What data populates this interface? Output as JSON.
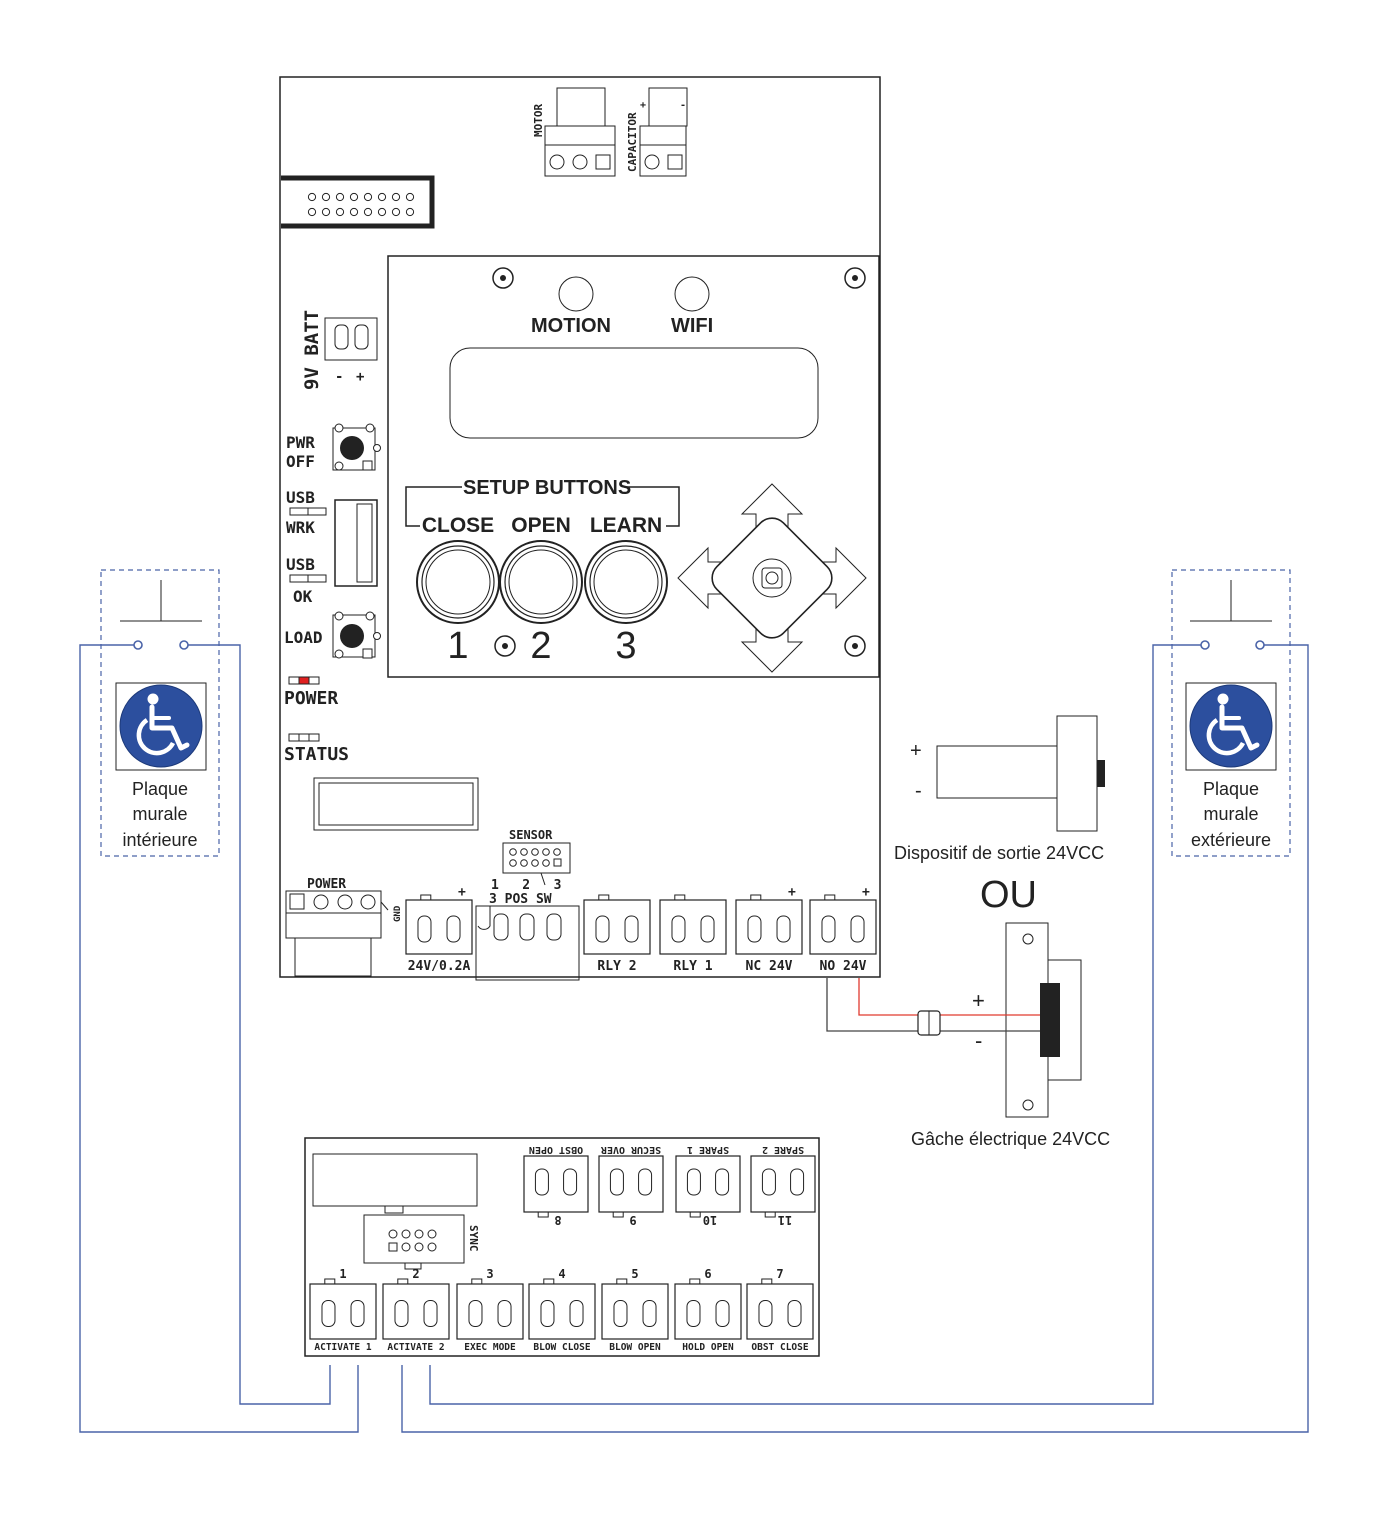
{
  "main_board": {
    "motor_label": "MOTOR",
    "capacitor_label": "CAPACITOR",
    "capacitor_plus": "+",
    "capacitor_minus": "-",
    "batt_label": "9V BATT",
    "batt_minus": "-",
    "batt_plus": "+",
    "pwr_off_line1": "PWR",
    "pwr_off_line2": "OFF",
    "usb_wrk_line1": "USB",
    "usb_wrk_line2": "WRK",
    "usb_ok_line1": "USB",
    "usb_ok_line2": "OK",
    "load_label": "LOAD",
    "power_led_label": "POWER",
    "status_led_label": "STATUS",
    "power_terminal_label": "POWER",
    "gnd_label": "GND",
    "sensor_label": "SENSOR",
    "pos_sw_top": "1   2   3",
    "pos_sw_bottom": "3 POS SW",
    "terminals": [
      {
        "label": "24V/0.2A",
        "marker": "+"
      },
      {
        "label": "RLY 2",
        "marker": ""
      },
      {
        "label": "RLY 1",
        "marker": ""
      },
      {
        "label": "NC 24V",
        "marker": "+"
      },
      {
        "label": "NO 24V",
        "marker": "+"
      }
    ]
  },
  "display_panel": {
    "motion_label": "MOTION",
    "wifi_label": "WIFI",
    "setup_buttons_label": "SETUP BUTTONS",
    "buttons": [
      {
        "label": "CLOSE",
        "number": "1"
      },
      {
        "label": "OPEN",
        "number": "2"
      },
      {
        "label": "LEARN",
        "number": "3"
      }
    ]
  },
  "wall_plates": {
    "interior": {
      "line1": "Plaque",
      "line2": "murale",
      "line3": "intérieure"
    },
    "exterior": {
      "line1": "Plaque",
      "line2": "murale",
      "line3": "extérieure"
    }
  },
  "devices": {
    "exit_device_label": "Dispositif de sortie 24VCC",
    "exit_plus": "+",
    "exit_minus": "-",
    "or_label": "OU",
    "strike_label": "Gâche électrique 24VCC",
    "strike_plus": "+",
    "strike_minus": "-"
  },
  "expansion_board": {
    "sync_label": "SYNC",
    "top_terminals": [
      {
        "label": "OBST OPEN",
        "number": "8"
      },
      {
        "label": "SECUR OVER",
        "number": "9"
      },
      {
        "label": "SPARE 1",
        "number": "10"
      },
      {
        "label": "SPARE 2",
        "number": "11"
      }
    ],
    "bottom_terminals": [
      {
        "label": "ACTIVATE 1",
        "number": "1"
      },
      {
        "label": "ACTIVATE 2",
        "number": "2"
      },
      {
        "label": "EXEC MODE",
        "number": "3"
      },
      {
        "label": "BLOW CLOSE",
        "number": "4"
      },
      {
        "label": "BLOW OPEN",
        "number": "5"
      },
      {
        "label": "HOLD OPEN",
        "number": "6"
      },
      {
        "label": "OBST CLOSE",
        "number": "7"
      }
    ]
  },
  "colors": {
    "wire_blue": "#4a63a8",
    "wire_red": "#e03a2f",
    "accessibility_blue": "#2c4f9e",
    "power_led": "#e02020"
  },
  "icons": [
    "wheelchair-accessibility-icon",
    "arrow-up-icon",
    "arrow-down-icon",
    "arrow-left-icon",
    "arrow-right-icon"
  ]
}
